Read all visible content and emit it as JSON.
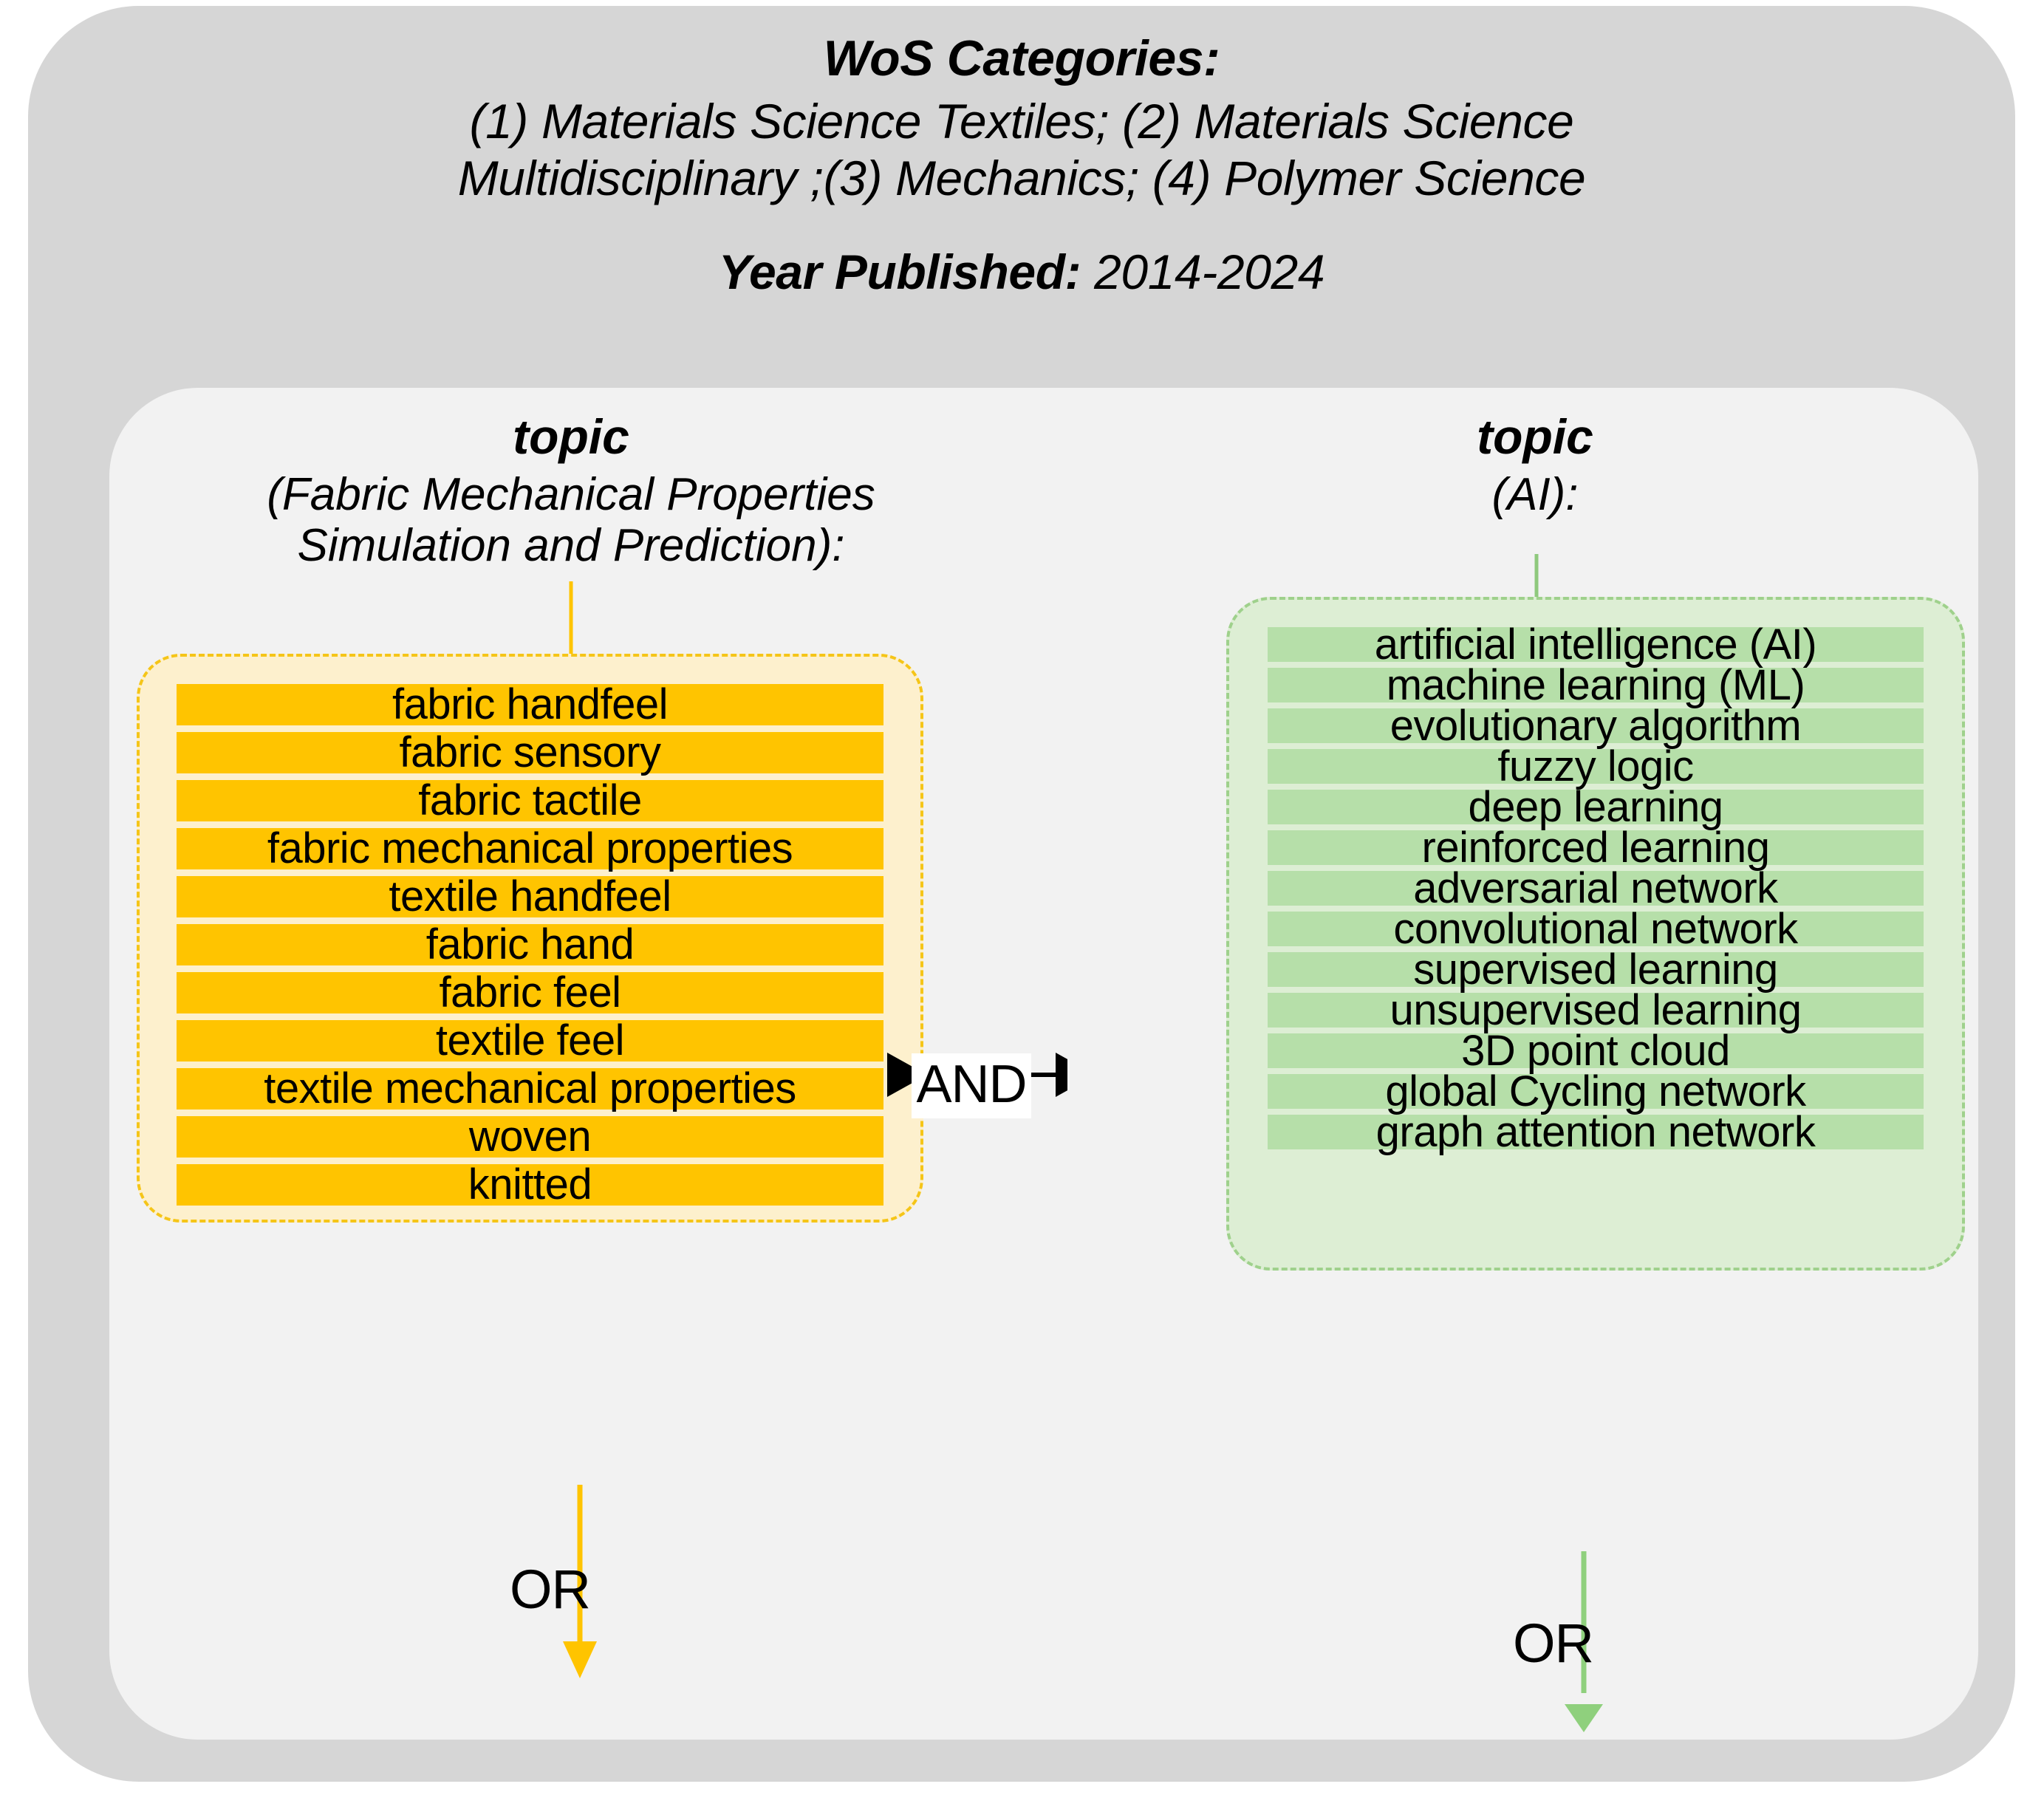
{
  "header": {
    "wos_title": "WoS Categories:",
    "categories_line_1": "(1) Materials Science Textiles; (2) Materials Science",
    "categories_line_2": "Multidisciplinary ;(3) Mechanics; (4) Polymer Science",
    "year_label": "Year Published:",
    "year_value": "2014-2024"
  },
  "left_column": {
    "topic_word": "topic",
    "topic_detail": "(Fabric Mechanical Properties\nSimulation and Prediction):",
    "terms": [
      "fabric handfeel",
      "fabric sensory",
      "fabric tactile",
      "fabric mechanical properties",
      "textile handfeel",
      "fabric hand",
      "fabric feel",
      "textile feel",
      "textile mechanical properties",
      "woven",
      "knitted"
    ],
    "operator": "OR"
  },
  "right_column": {
    "topic_word": "topic",
    "topic_detail": "(AI):",
    "terms": [
      "artificial intelligence (AI)",
      "machine learning (ML)",
      "evolutionary algorithm",
      "fuzzy logic",
      "deep learning",
      "reinforced learning",
      "adversarial network",
      "convolutional network",
      "supervised learning",
      "unsupervised learning",
      "3D point cloud",
      "global Cycling network",
      "graph attention network"
    ],
    "operator": "OR"
  },
  "connector": {
    "and_label": "AND"
  },
  "colors": {
    "outer_panel": "#d6d6d6",
    "inner_panel": "#f2f2f2",
    "yellow_bar": "#ffc400",
    "yellow_box_bg": "#fdf0cd",
    "yellow_box_border": "#f5c518",
    "green_bar": "#b6dfa9",
    "green_box_bg": "#ddeed4",
    "green_box_border": "#9fd18c",
    "text": "#000000"
  }
}
